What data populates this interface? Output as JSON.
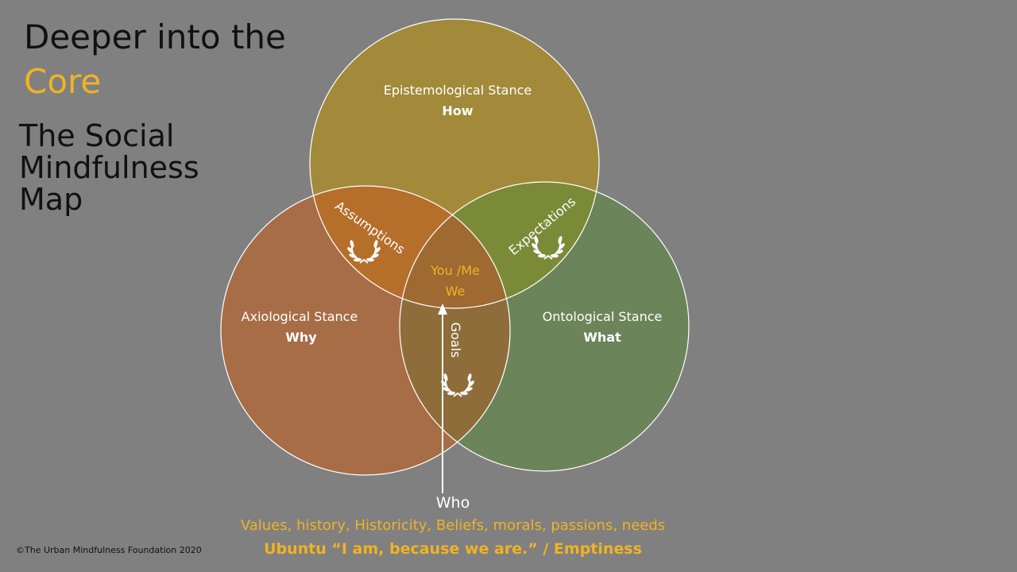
{
  "title": {
    "line1": "Deeper into the",
    "line2": "Core",
    "subtitle_lines": [
      "The Social",
      "Mindfulness",
      "Map"
    ]
  },
  "colors": {
    "background": "#808080",
    "accent": "#f0b323",
    "epistemological": "#a28a3a",
    "axiological": "#a76d46",
    "ontological": "#6b8459",
    "assumptions_overlap": "#b66e2b",
    "expectations_overlap": "#7a8a37",
    "goals_overlap": "#8e6d3a",
    "center_overlap": "#9e6a31"
  },
  "circles": {
    "epistemological": {
      "label": "Epistemological Stance",
      "sub": "How"
    },
    "axiological": {
      "label": "Axiological Stance",
      "sub": "Why"
    },
    "ontological": {
      "label": "Ontological Stance",
      "sub": "What"
    }
  },
  "overlaps": {
    "assumptions": "Assumptions",
    "expectations": "Expectations",
    "goals": "Goals",
    "center_line1": "You /Me",
    "center_line2": "We"
  },
  "icons": {
    "assumptions": "laurel-wreath-icon",
    "expectations": "laurel-wreath-icon",
    "goals": "laurel-wreath-icon"
  },
  "bottom": {
    "who": "Who",
    "values": "Values, history, Historicity, Beliefs, morals, passions, needs",
    "ubuntu": "Ubuntu “I am, because we are.”   / Emptiness"
  },
  "copyright": "©The Urban Mindfulness Foundation 2020"
}
